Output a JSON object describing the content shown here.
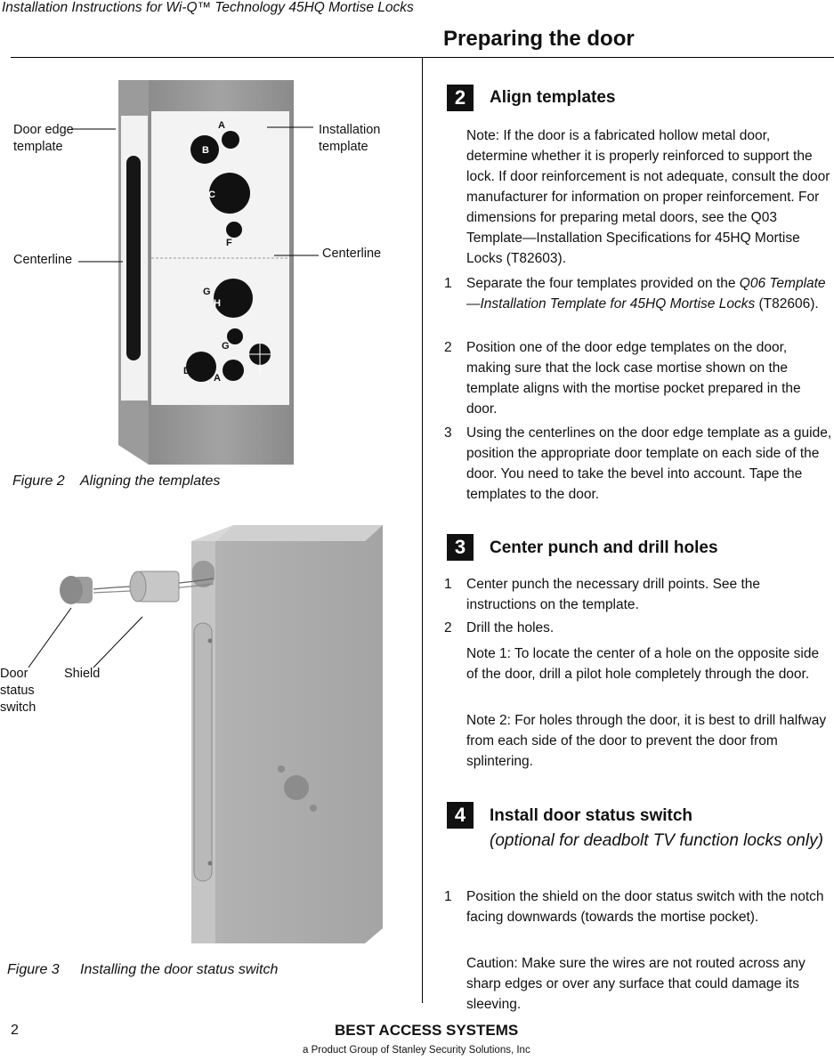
{
  "header": {
    "doc_title": "Installation Instructions for Wi-Q™ Technology 45HQ Mortise Locks",
    "section_title": "Preparing the door"
  },
  "figure2": {
    "label_door_edge": "Door edge\ntemplate",
    "label_installation": "Installation\ntemplate",
    "label_centerline_left": "Centerline",
    "label_centerline_right": "Centerline",
    "template_letters": [
      "A",
      "B",
      "C",
      "F",
      "G",
      "H",
      "G",
      "D",
      "A"
    ],
    "caption_num": "Figure 2",
    "caption_text": "Aligning the templates"
  },
  "figure3": {
    "label_door_status": "Door\nstatus\nswitch",
    "label_shield": "Shield",
    "caption_num": "Figure 3",
    "caption_text": "Installing the door status switch"
  },
  "step2": {
    "badge": "2",
    "title": "Align templates",
    "note": "Note: If the door is a fabricated hollow metal door, determine whether it is properly reinforced to support the lock. If door reinforcement is not adequate, consult the door manufacturer for information on proper reinforcement. For dimensions for preparing metal doors, see the Q03 Template—Installation Specifications for 45HQ Mortise Locks (T82603).",
    "items": [
      {
        "num": "1",
        "pre": "Separate the four templates provided on the ",
        "ital": "Q06 Template—Installation Template for 45HQ Mortise Locks",
        "post": " (T82606)."
      },
      {
        "num": "2",
        "text": "Position one of the door edge templates on the door, making sure that the lock case mortise shown on the template aligns with the mortise pocket prepared in the door."
      },
      {
        "num": "3",
        "text": "Using the centerlines on the door edge template as a guide, position the appropriate door template on each side of the door. You need to take the bevel into account. Tape the templates to the door."
      }
    ]
  },
  "step3": {
    "badge": "3",
    "title": "Center punch and drill holes",
    "items": [
      {
        "num": "1",
        "text": "Center punch the necessary drill points. See the instructions on the template."
      },
      {
        "num": "2",
        "text": "Drill the holes."
      }
    ],
    "note1": "Note 1: To locate the center of a hole on the opposite side of the door, drill a pilot hole completely through the door.",
    "note2": "Note 2: For holes through the door, it is best to drill halfway from each side of the door to prevent the door from splintering."
  },
  "step4": {
    "badge": "4",
    "title": "Install door status switch",
    "subtitle": "(optional for deadbolt TV function locks only)",
    "items": [
      {
        "num": "1",
        "text": "Position the shield on the door status switch with the notch facing downwards (towards the mortise pocket)."
      }
    ],
    "caution": "Caution:  Make sure the wires are not routed across any sharp edges or over any surface that could damage its sleeving."
  },
  "footer": {
    "page_number": "2",
    "brand": "BEST ACCESS SYSTEMS",
    "subbrand": "a Product Group of Stanley Security Solutions, Inc"
  }
}
